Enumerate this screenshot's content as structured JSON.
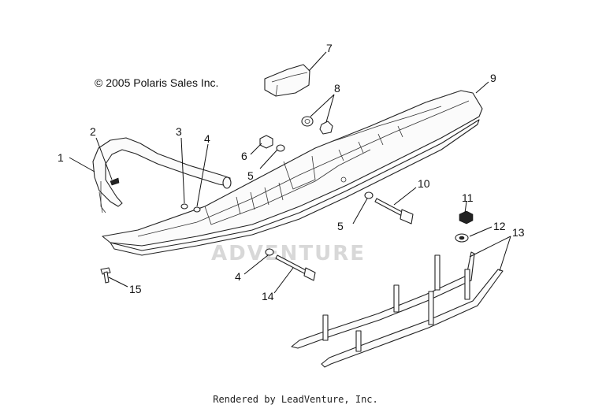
{
  "copyright": "© 2005 Polaris Sales Inc.",
  "watermark": "ADVENTURE",
  "footer": "Rendered by LeadVenture, Inc.",
  "callouts": [
    "1",
    "2",
    "3",
    "4",
    "5",
    "6",
    "7",
    "8",
    "9",
    "10",
    "11",
    "12",
    "13",
    "14",
    "15"
  ],
  "callouts_repeat": {
    "four_lower": "4",
    "five_lower": "5"
  }
}
